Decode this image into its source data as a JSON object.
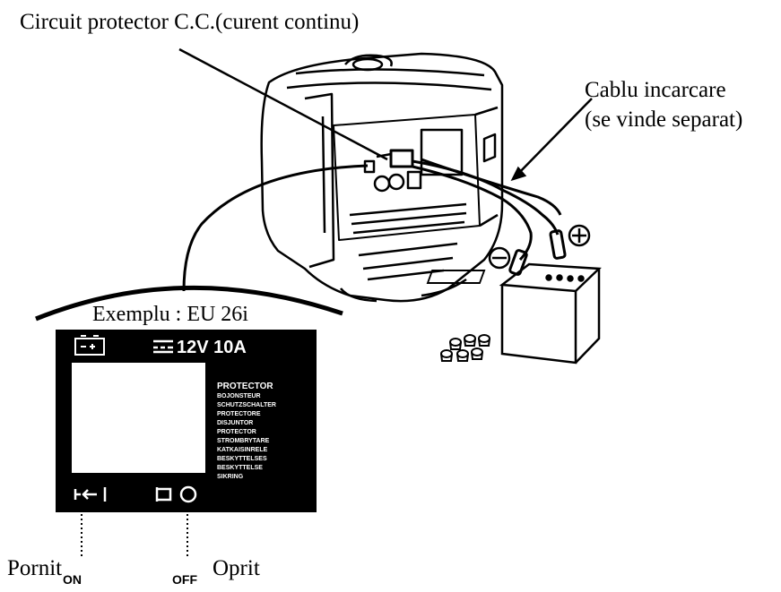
{
  "labels": {
    "circuit_protector": "Circuit protector C.C.(curent continu)",
    "cable_line1": "Cablu incarcare",
    "cable_line2": "(se vinde separat)",
    "example": "Exemplu : EU 26i",
    "on_state": "Pornit",
    "off_state": "Oprit",
    "on_mark": "ON",
    "off_mark": "OFF",
    "plus_symbol": "⊕",
    "minus_symbol": "⊖"
  },
  "panel": {
    "rating": "12V 10A",
    "protector_text": [
      "PROTECTOR",
      "BOJONSTEUR",
      "SCHUTZSCHALTER",
      "PROTECTORE",
      "DISJUNTOR",
      "PROTECTOR",
      "STROMBRYTARE",
      "KATKAISINRELE",
      "BESKYTTELSES",
      "BESKYTTELSE",
      "SIKRING"
    ],
    "on_symbol": "⊢←|",
    "off_symbol": "⊐○"
  },
  "icons": {
    "battery": "battery-icon",
    "dc": "dc-current-icon",
    "generator": "generator-illustration"
  }
}
